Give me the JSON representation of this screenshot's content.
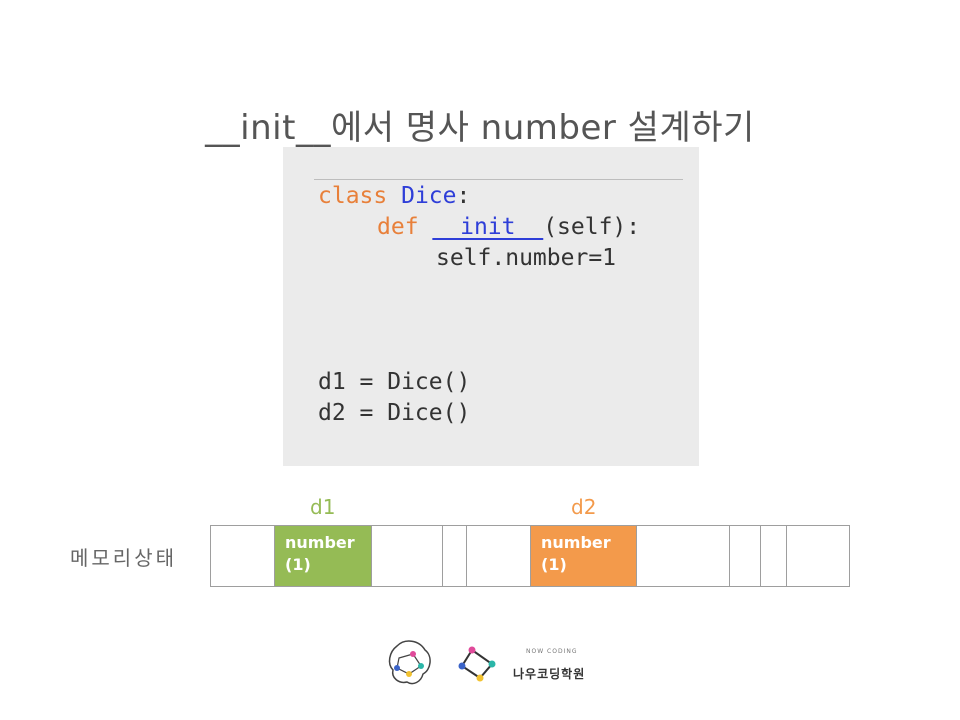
{
  "slide": {
    "title": "__init__에서 명사 number 설계하기"
  },
  "code": {
    "line1": {
      "kw": "class",
      "name": "Dice",
      "rest": ":"
    },
    "line2": {
      "kw": "def",
      "name": "__init__",
      "rest": "(self):"
    },
    "line3": "self.number=1",
    "line4": "d1 = Dice()",
    "line5": "d2 = Dice()"
  },
  "memory": {
    "label": "메모리상태",
    "vars": [
      {
        "label": "d1",
        "color": "#95bb55"
      },
      {
        "label": "d2",
        "color": "#f39a4b"
      }
    ],
    "objects": [
      {
        "line1": "number",
        "line2": "(1)",
        "color": "#95bb55"
      },
      {
        "line1": "number",
        "line2": "(1)",
        "color": "#f39a4b"
      }
    ]
  },
  "logo": {
    "text": "나우코딩학원",
    "sub": "NOW CODING"
  }
}
